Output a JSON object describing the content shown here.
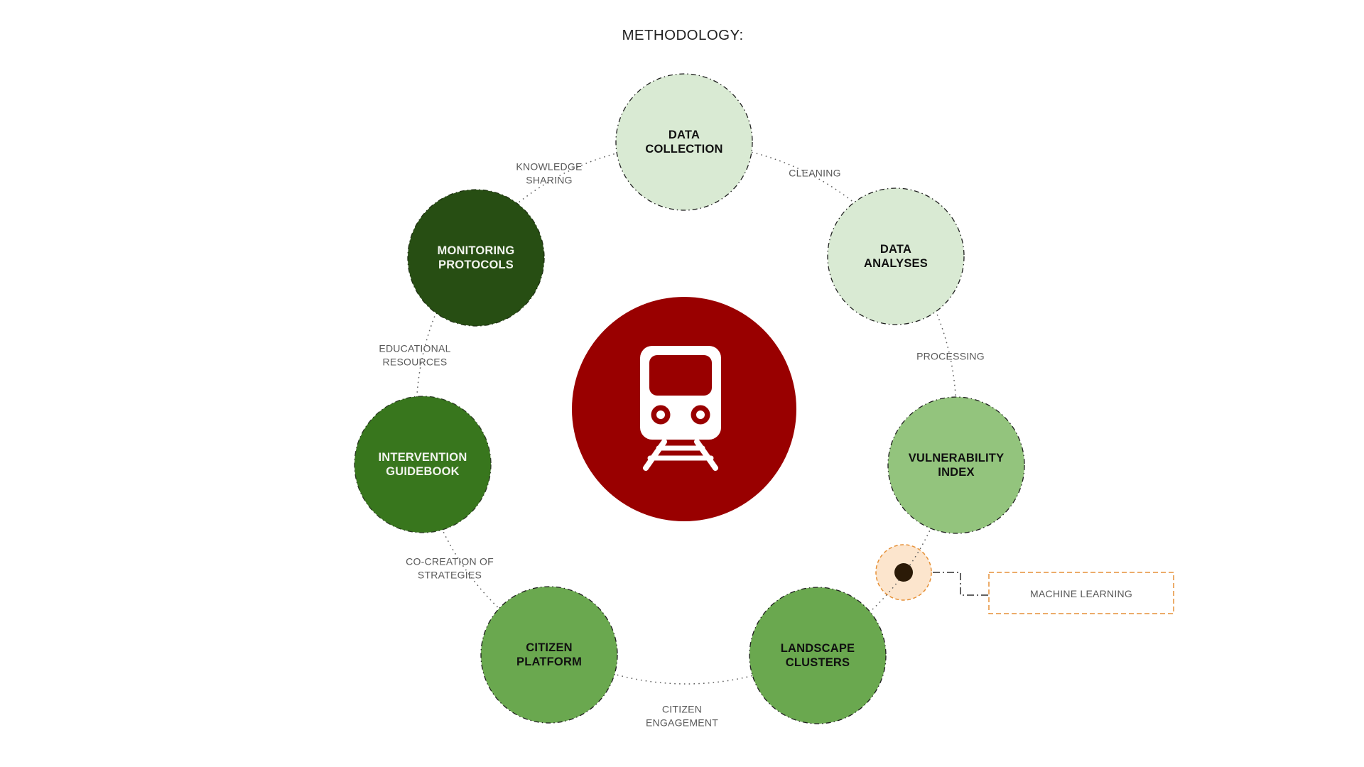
{
  "title": "METHODOLOGY:",
  "palette": {
    "light_green": "#d9ead3",
    "medium_green": "#93c47d",
    "green": "#6aa84f",
    "dark_green": "#38761d",
    "darkest_green": "#274e13",
    "center_red": "#990000",
    "tan": "#fce5cd",
    "orange_border": "#e69138",
    "label_gray": "#595959"
  },
  "center": {
    "icon": "train-icon",
    "fill": "#990000"
  },
  "nodes": [
    {
      "label": "DATA\nCOLLECTION",
      "fill": "#d9ead3"
    },
    {
      "label": "DATA\nANALYSES",
      "fill": "#d9ead3"
    },
    {
      "label": "VULNERABILITY\nINDEX",
      "fill": "#93c47d"
    },
    {
      "label": "LANDSCAPE\nCLUSTERS",
      "fill": "#6aa84f"
    },
    {
      "label": "CITIZEN\nPLATFORM",
      "fill": "#6aa84f"
    },
    {
      "label": "INTERVENTION\nGUIDEBOOK",
      "fill": "#38761d"
    },
    {
      "label": "MONITORING\nPROTOCOLS",
      "fill": "#274e13"
    }
  ],
  "edge_labels": {
    "cleaning": "CLEANING",
    "processing": "PROCESSING",
    "citizen_engagement": "CITIZEN\nENGAGEMENT",
    "co_creation": "CO-CREATION OF\nSTRATEGIES",
    "educational_resources": "EDUCATIONAL\nRESOURCES",
    "knowledge_sharing": "KNOWLEDGE\nSHARING"
  },
  "machine_learning": {
    "label": "MACHINE LEARNING",
    "node_fill": "#fce5cd",
    "dot_fill": "#2b1a07",
    "border": "#e69138"
  }
}
